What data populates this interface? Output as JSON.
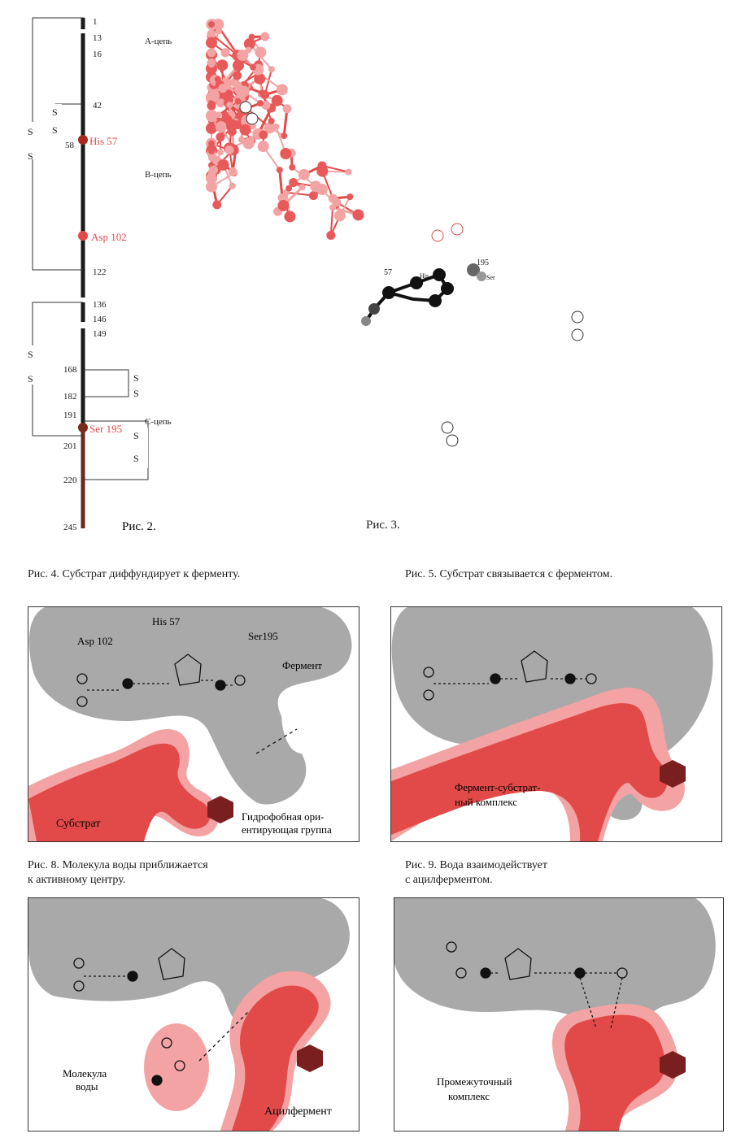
{
  "fig2": {
    "labels": {
      "n1": "1",
      "n13": "13",
      "n16": "16",
      "n42": "42",
      "n58": "58",
      "n122": "122",
      "n136": "136",
      "n146": "146",
      "n149": "149",
      "n168": "168",
      "n182": "182",
      "n191": "191",
      "n201": "201",
      "n220": "220",
      "n245": "245"
    },
    "chain_a": "А-цепь",
    "chain_b": "В-цепь",
    "chain_c": "С-цепь",
    "his57": "His 57",
    "asp102": "Asp 102",
    "ser195": "Ser 195",
    "s": "S",
    "caption": "Рис. 2."
  },
  "fig3": {
    "caption": "Рис. 3.",
    "res57": "57",
    "res195": "195",
    "his": "His",
    "ser": "Ser"
  },
  "fig4": {
    "caption": "Рис. 4. Субстрат диффундирует к ферменту.",
    "asp": "Asp 102",
    "his": "His 57",
    "ser": "Ser195",
    "enzyme": "Фермент",
    "substrate": "Субстрат",
    "hydro_1": "Гидрофобная ори-",
    "hydro_2": "ентирующая группа"
  },
  "fig5": {
    "caption": "Рис. 5. Субстрат связывается с ферментом.",
    "complex_1": "Фермент-субстрат-",
    "complex_2": "ный комплекс"
  },
  "fig8": {
    "caption_1": "Рис. 8. Молекула воды приближается",
    "caption_2": "к активному центру.",
    "water_1": "Молекула",
    "water_2": "воды",
    "acyl": "Ацилфермент"
  },
  "fig9": {
    "caption_1": "Рис. 9. Вода взаимодействует",
    "caption_2": "с ацилферментом.",
    "inter_1": "Промежуточный",
    "inter_2": "комплекс"
  },
  "colors": {
    "accent_red": "#e24a4a",
    "light_red": "#f3a3a3",
    "enzyme_gray": "#a9a9a9",
    "ink": "#1a1a1a"
  }
}
